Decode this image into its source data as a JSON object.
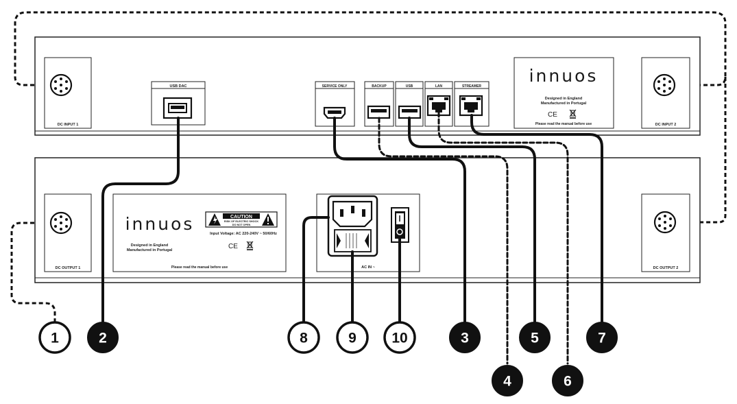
{
  "top_unit": {
    "ports": {
      "dc_input_1": "DC INPUT 1",
      "usb_dac": "USB DAC",
      "service_only": "SERVICE ONLY",
      "backup": "BACKUP",
      "usb": "USB",
      "lan": "LAN",
      "streamer": "STREAMER",
      "dc_input_2": "DC INPUT 2"
    },
    "label_plate": {
      "brand": "innuos",
      "line1": "Designed in England",
      "line2": "Manufactured in Portugal",
      "marks": "CE",
      "footer": "Please read the manual before use"
    }
  },
  "bottom_unit": {
    "ports": {
      "dc_output_1": "DC OUTPUT 1",
      "ac_in": "AC IN ~",
      "dc_output_2": "DC OUTPUT 2"
    },
    "label_plate": {
      "brand": "innuos",
      "caution": "CAUTION",
      "caution_sub1": "RISK OF ELECTRIC SHOCK",
      "caution_sub2": "DO NOT OPEN",
      "voltage": "Input Voltage: AC 220-240V ~ 50/60Hz",
      "line1": "Designed in England",
      "line2": "Manufactured in Portugal",
      "marks": "CE",
      "footer": "Please read the manual before use"
    }
  },
  "callouts": [
    {
      "number": "1",
      "style": "outline"
    },
    {
      "number": "2",
      "style": "filled"
    },
    {
      "number": "3",
      "style": "filled"
    },
    {
      "number": "4",
      "style": "filled"
    },
    {
      "number": "5",
      "style": "filled"
    },
    {
      "number": "6",
      "style": "filled"
    },
    {
      "number": "7",
      "style": "filled"
    },
    {
      "number": "8",
      "style": "outline"
    },
    {
      "number": "9",
      "style": "outline"
    },
    {
      "number": "10",
      "style": "outline"
    }
  ]
}
